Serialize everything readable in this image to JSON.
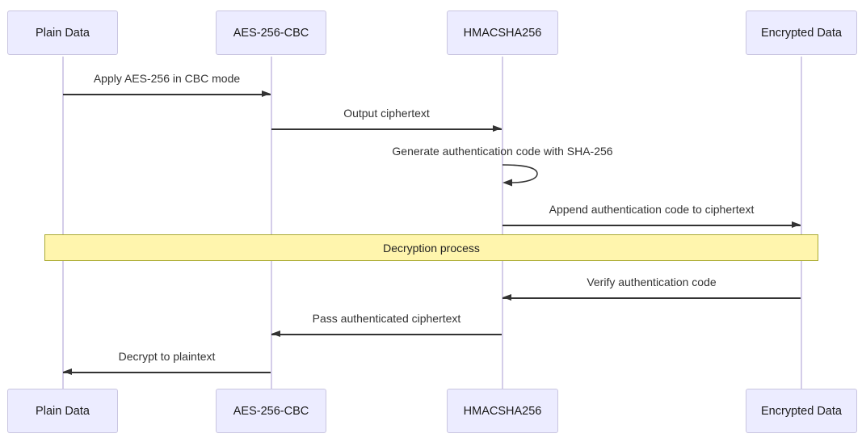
{
  "diagram": {
    "type": "sequence-diagram",
    "actors": [
      {
        "label": "Plain Data"
      },
      {
        "label": "AES-256-CBC"
      },
      {
        "label": "HMACSHA256"
      },
      {
        "label": "Encrypted Data"
      }
    ],
    "messages": [
      {
        "label": "Apply AES-256 in CBC mode",
        "from": "Plain Data",
        "to": "AES-256-CBC",
        "direction": "right"
      },
      {
        "label": "Output ciphertext",
        "from": "AES-256-CBC",
        "to": "HMACSHA256",
        "direction": "right"
      },
      {
        "label": "Generate authentication code with SHA-256",
        "from": "HMACSHA256",
        "to": "HMACSHA256",
        "direction": "self"
      },
      {
        "label": "Append authentication code to ciphertext",
        "from": "HMACSHA256",
        "to": "Encrypted Data",
        "direction": "right"
      },
      {
        "label": "Verify authentication code",
        "from": "Encrypted Data",
        "to": "HMACSHA256",
        "direction": "left"
      },
      {
        "label": "Pass authenticated ciphertext",
        "from": "HMACSHA256",
        "to": "AES-256-CBC",
        "direction": "left"
      },
      {
        "label": "Decrypt to plaintext",
        "from": "AES-256-CBC",
        "to": "Plain Data",
        "direction": "left"
      }
    ],
    "note": {
      "label": "Decryption process",
      "span": "all-actors"
    },
    "colors": {
      "actor_fill": "#ECECFF",
      "actor_border": "#c9c5e0",
      "lifeline": "#d4cde9",
      "arrow": "#333333",
      "note_fill": "#fff5ad",
      "note_border": "#aaaa33",
      "text": "#333333",
      "background": "#ffffff"
    }
  }
}
